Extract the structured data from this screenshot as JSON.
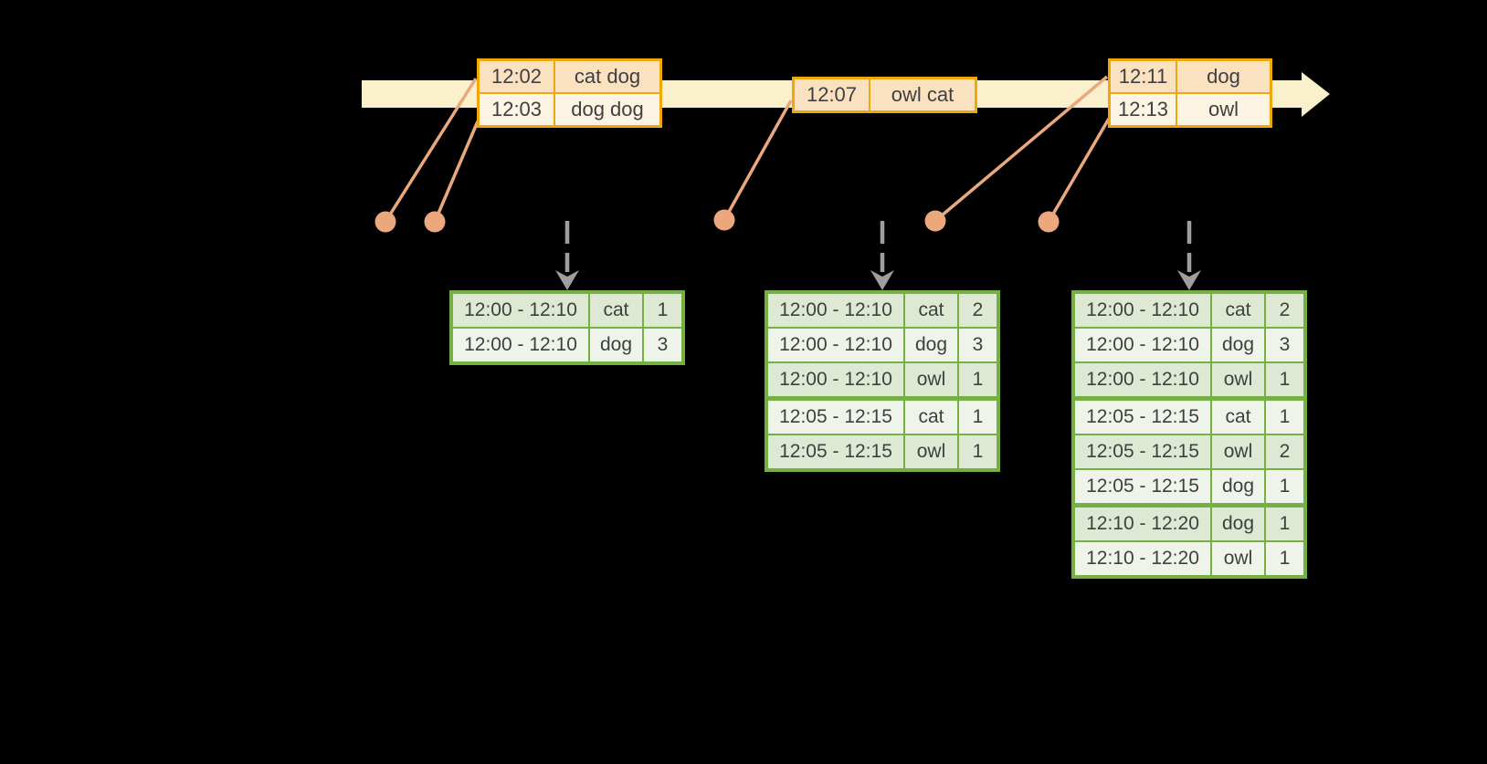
{
  "colors": {
    "background": "#000000",
    "timeline_band": "#FAF0CC",
    "event_table_border": "#F0A70A",
    "event_row_dark": "#FAE2C0",
    "event_row_light": "#FDF4E3",
    "connector_salmon": "#EBA87D",
    "result_table_border": "#74B042",
    "result_row_dark": "#DDE9D3",
    "result_row_light": "#EFF4EB",
    "trigger_arrow_gray": "#9E9E9E",
    "text": "#3F3F3F"
  },
  "icons": {
    "timeline_arrow": "right-arrow-band",
    "event_dot": "filled-circle-marker",
    "connector_line": "diagonal-line",
    "trigger_arrow": "dashed-down-arrow"
  },
  "events": [
    {
      "rows": [
        {
          "time": "12:02",
          "words": "cat dog"
        },
        {
          "time": "12:03",
          "words": "dog dog"
        }
      ]
    },
    {
      "rows": [
        {
          "time": "12:07",
          "words": "owl cat"
        }
      ]
    },
    {
      "rows": [
        {
          "time": "12:11",
          "words": "dog"
        },
        {
          "time": "12:13",
          "words": "owl"
        }
      ]
    }
  ],
  "results": [
    {
      "rows": [
        {
          "window": "12:00 - 12:10",
          "word": "cat",
          "count": "1"
        },
        {
          "window": "12:00 - 12:10",
          "word": "dog",
          "count": "3"
        }
      ]
    },
    {
      "rows": [
        {
          "window": "12:00 - 12:10",
          "word": "cat",
          "count": "2"
        },
        {
          "window": "12:00 - 12:10",
          "word": "dog",
          "count": "3"
        },
        {
          "window": "12:00 - 12:10",
          "word": "owl",
          "count": "1"
        },
        {
          "window": "12:05 - 12:15",
          "word": "cat",
          "count": "1"
        },
        {
          "window": "12:05 - 12:15",
          "word": "owl",
          "count": "1"
        }
      ]
    },
    {
      "rows": [
        {
          "window": "12:00 - 12:10",
          "word": "cat",
          "count": "2"
        },
        {
          "window": "12:00 - 12:10",
          "word": "dog",
          "count": "3"
        },
        {
          "window": "12:00 - 12:10",
          "word": "owl",
          "count": "1"
        },
        {
          "window": "12:05 - 12:15",
          "word": "cat",
          "count": "1"
        },
        {
          "window": "12:05 - 12:15",
          "word": "owl",
          "count": "2"
        },
        {
          "window": "12:05 - 12:15",
          "word": "dog",
          "count": "1"
        },
        {
          "window": "12:10 - 12:20",
          "word": "dog",
          "count": "1"
        },
        {
          "window": "12:10 - 12:20",
          "word": "owl",
          "count": "1"
        }
      ]
    }
  ]
}
